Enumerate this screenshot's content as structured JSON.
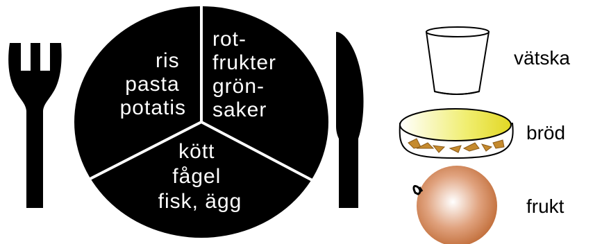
{
  "plate": {
    "sections": [
      {
        "id": "carbs",
        "lines": [
          "ris",
          "pasta",
          "potatis"
        ]
      },
      {
        "id": "roots",
        "lines": [
          "rot-",
          "frukter",
          "grön-",
          "saker"
        ]
      },
      {
        "id": "protein",
        "lines": [
          "kött",
          "fågel",
          "fisk, ägg"
        ]
      }
    ]
  },
  "sides": {
    "drink_label": "vätska",
    "bread_label": "bröd",
    "fruit_label": "frukt"
  },
  "colors": {
    "plate": "#000000",
    "plate_text": "#ffffff",
    "bread_top": "#e6e232",
    "bread_crust": "#c58a2e",
    "fruit": "#c8743d"
  }
}
